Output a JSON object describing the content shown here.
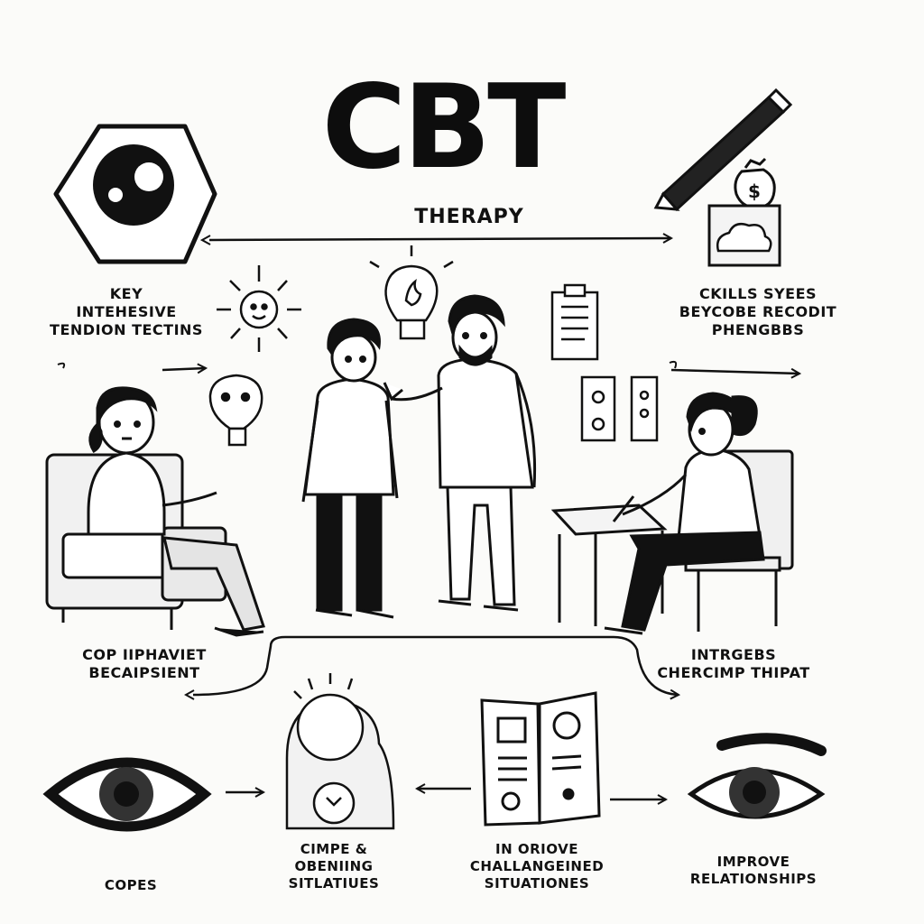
{
  "title": "CBT",
  "subtitle": "THERAPY",
  "labels": {
    "top_left": [
      "KEY",
      "INTEHESIVE",
      "TENDION TECTINS"
    ],
    "top_right": [
      "CKILLS SYEES",
      "BEYCOBE RECODIT",
      "PHENGBBS"
    ],
    "mid_left": [
      "COP IIPHAVIET",
      "BECAIPSIENT"
    ],
    "mid_right": [
      "INTRGEBS",
      "CHERCIMP THIPAT"
    ],
    "bottom_1": [
      "COPES"
    ],
    "bottom_2": [
      "CIMPE &",
      "OBENIING",
      "SITLATIUES"
    ],
    "bottom_3": [
      "IN ORIOVE",
      "CHALLANGEINED",
      "SITUATIONES"
    ],
    "bottom_4": [
      "IMPROVE",
      "RELATIONSHIPS"
    ]
  },
  "icons": [
    "hexagon-eye-icon",
    "pencil-icon",
    "money-bag-icon",
    "cloud-icon",
    "sun-icon",
    "lightbulb-icon",
    "clipboard-icon",
    "eye-icon",
    "book-icon",
    "person-icon"
  ],
  "colors": {
    "ink": "#111111",
    "paper": "#fbfbf9",
    "shade": "#d8d8d8"
  }
}
